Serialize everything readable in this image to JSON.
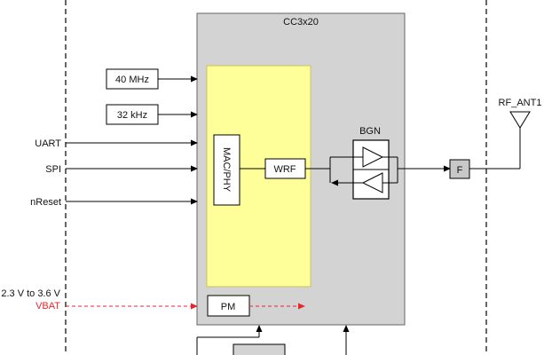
{
  "chip": {
    "title": "CC3x20"
  },
  "blocks": {
    "clk_40": "40 MHz",
    "clk_32": "32 kHz",
    "mac_phy": "MAC/PHY",
    "wrf": "WRF",
    "bgn": "BGN",
    "pm": "PM",
    "filter": "F"
  },
  "signals": {
    "uart": "UART",
    "spi": "SPI",
    "nreset": "nReset",
    "voltage": "2.3 V to 3.6 V",
    "vbat": "VBAT",
    "antenna": "RF_ANT1"
  },
  "colors": {
    "chip_fill": "#d3d3d3",
    "digital_fill": "#ffff99",
    "digital_border": "#c8c060",
    "power_line": "#e8262a",
    "filter_fill": "#c8c8c8"
  }
}
